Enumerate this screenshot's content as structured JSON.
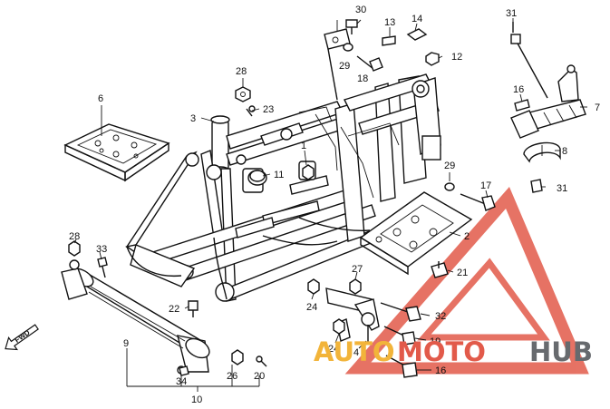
{
  "callouts": [
    "1",
    "2",
    "3",
    "4",
    "6",
    "7",
    "8",
    "9",
    "10",
    "11",
    "12",
    "13",
    "14",
    "16",
    "16",
    "17",
    "18",
    "19",
    "20",
    "21",
    "22",
    "23",
    "24",
    "24",
    "26",
    "27",
    "28",
    "28",
    "29",
    "29",
    "30",
    "31",
    "31",
    "32",
    "33",
    "34"
  ],
  "direction_label": "FWD",
  "watermark": {
    "part1": "AUTO",
    "part2": "MOTO",
    "part3": "HUB",
    "colors": {
      "auto": "#f2b43a",
      "moto": "#e25a4a",
      "hub": "#676a6e",
      "triangle": "#e25a4a"
    }
  }
}
